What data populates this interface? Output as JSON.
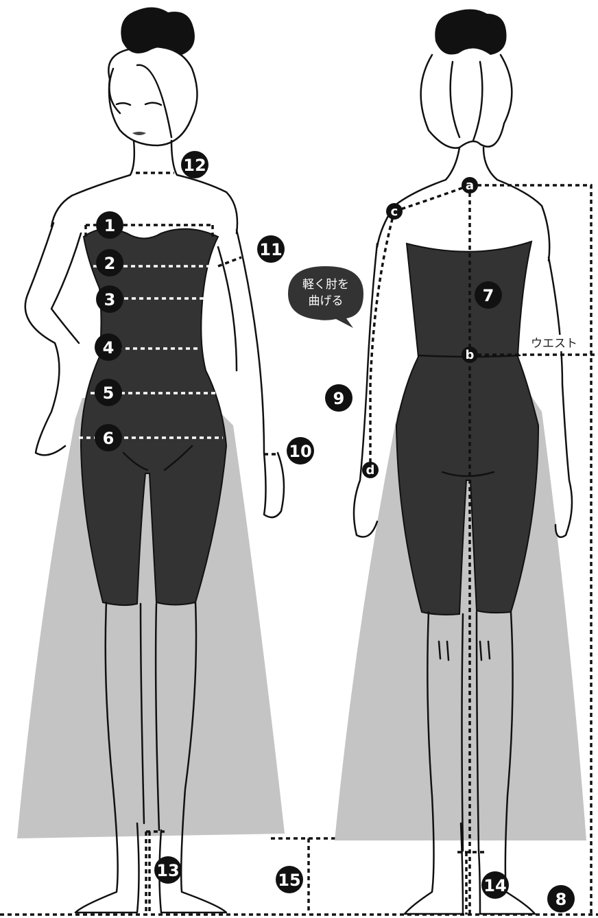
{
  "front_numbers": [
    "1",
    "2",
    "3",
    "4",
    "5",
    "6",
    "10",
    "11",
    "12",
    "13",
    "15"
  ],
  "back_numbers": [
    "7",
    "8",
    "9",
    "14"
  ],
  "points": [
    "a",
    "b",
    "c",
    "d"
  ],
  "speech_bubble": [
    "軽く肘を",
    "曲げる"
  ],
  "waist_label": "ウエスト",
  "colors": {
    "garment": "#333333",
    "skirt": "#c4c4c4",
    "line": "#111111",
    "marker": "#111111"
  }
}
